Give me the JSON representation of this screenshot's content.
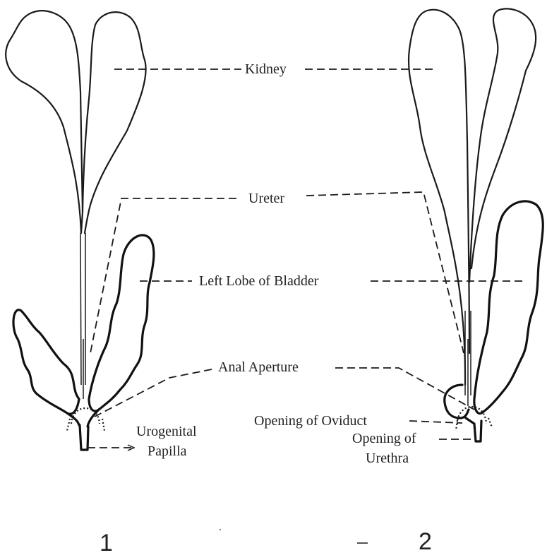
{
  "labels": {
    "kidney": "Kidney",
    "ureter": "Ureter",
    "left_lobe_of_bladder": "Left Lobe of Bladder",
    "anal_aperture": "Anal Aperture",
    "urogenital_line1": "Urogenital",
    "urogenital_line2": "Papilla",
    "opening_of_oviduct": "Opening of Oviduct",
    "opening_of_urethra_line1": "Opening of",
    "opening_of_urethra_line2": "Urethra"
  },
  "figure_numbers": {
    "fig1": "1",
    "fig2": "2"
  }
}
